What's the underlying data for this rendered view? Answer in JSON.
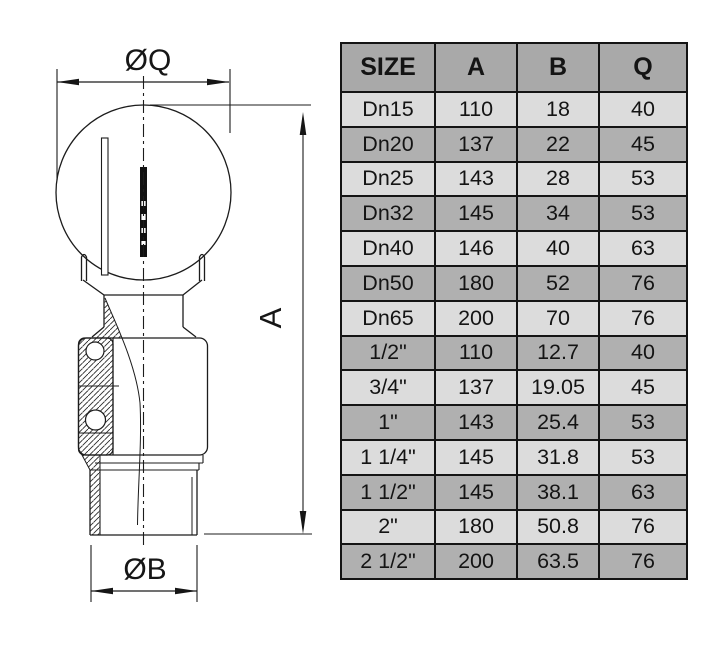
{
  "drawing": {
    "dim_top": "ØQ",
    "dim_height": "A",
    "dim_bottom": "ØB"
  },
  "table": {
    "columns": [
      "SIZE",
      "A",
      "B",
      "Q"
    ],
    "rows": [
      [
        "Dn15",
        "110",
        "18",
        "40"
      ],
      [
        "Dn20",
        "137",
        "22",
        "45"
      ],
      [
        "Dn25",
        "143",
        "28",
        "53"
      ],
      [
        "Dn32",
        "145",
        "34",
        "53"
      ],
      [
        "Dn40",
        "146",
        "40",
        "63"
      ],
      [
        "Dn50",
        "180",
        "52",
        "76"
      ],
      [
        "Dn65",
        "200",
        "70",
        "76"
      ],
      [
        "1/2\"",
        "110",
        "12.7",
        "40"
      ],
      [
        "3/4\"",
        "137",
        "19.05",
        "45"
      ],
      [
        "1\"",
        "143",
        "25.4",
        "53"
      ],
      [
        "1 1/4\"",
        "145",
        "31.8",
        "53"
      ],
      [
        "1 1/2\"",
        "145",
        "38.1",
        "63"
      ],
      [
        "2\"",
        "180",
        "50.8",
        "76"
      ],
      [
        "2 1/2\"",
        "200",
        "63.5",
        "76"
      ]
    ],
    "colors": {
      "header_bg": "#a9a9a9",
      "row_light": "#dcdcdc",
      "row_dark": "#b0b0b0",
      "border": "#141414",
      "line": "#1c1c1c"
    }
  }
}
